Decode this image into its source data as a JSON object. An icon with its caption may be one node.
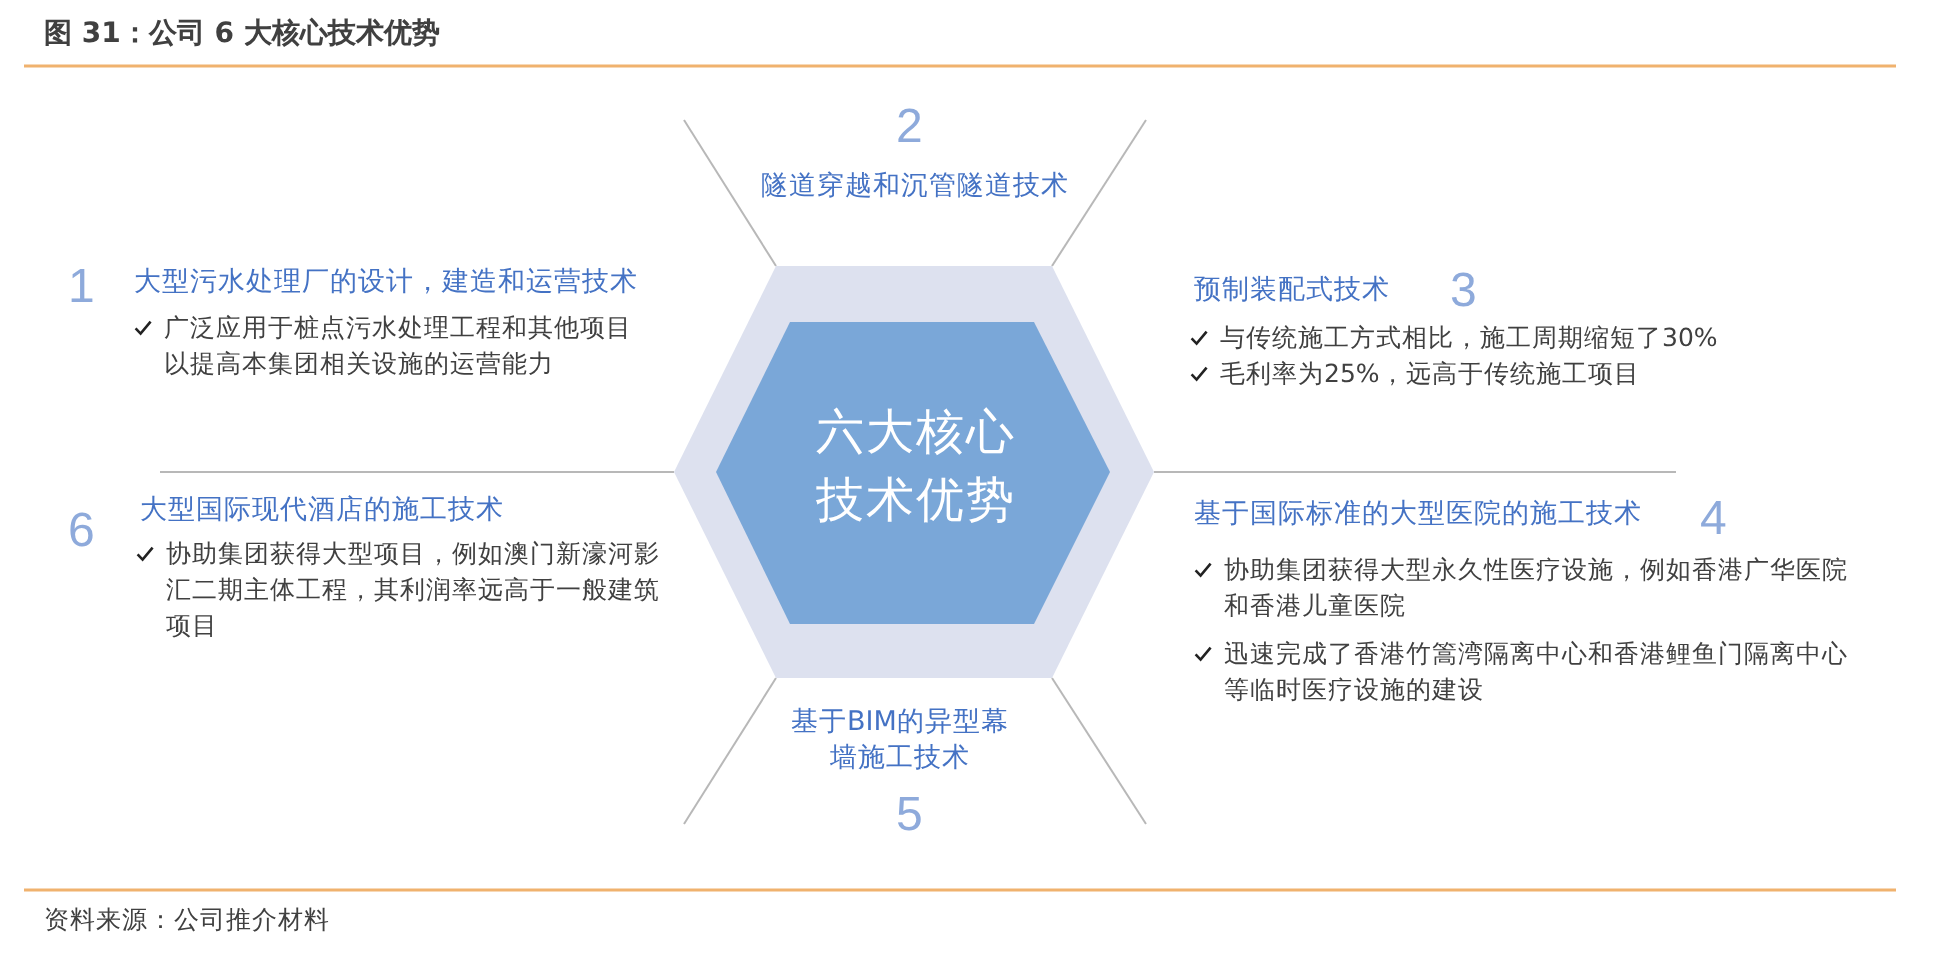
{
  "diagram": {
    "title": "图 31：公司 6 大核心技术优势",
    "caption": "资料来源：公司推介材料",
    "nodes": [
      {
        "text": [
          "2",
          "隧道穿越和沉管隧道技术"
        ]
      },
      {
        "text": [
          "1",
          "大型污水处理厂的设计，建造和运营技术",
          "广泛应用于桩点污水处理工程和其他项目以提高本集团相关设施的运营能力"
        ]
      },
      {
        "text": [
          "3",
          "预制装配式技术",
          "与传统施工方式相比，施工周期缩短了30%",
          "毛利率为25%，远高于传统施工项目"
        ]
      },
      {
        "text": [
          "六大核心技术优势"
        ]
      },
      {
        "text": [
          "6",
          "大型国际现代酒店的施工技术",
          "协助集团获得大型项目，例如澳门新濠河影汇二期主体工程，其利润率远高于一般建筑项目"
        ]
      },
      {
        "text": [
          "4",
          "基于国际标准的大型医院的施工技术",
          "协助集团获得大型永久性医疗设施，例如香港广华医院和香港儿童医院",
          "迅速完成了香港竹篙湾隔离中心和香港鲤鱼门隔离中心等临时医疗设施的建设"
        ]
      },
      {
        "text": [
          "基于BIM的异型幕墙施工技术",
          "5"
        ]
      }
    ]
  }
}
